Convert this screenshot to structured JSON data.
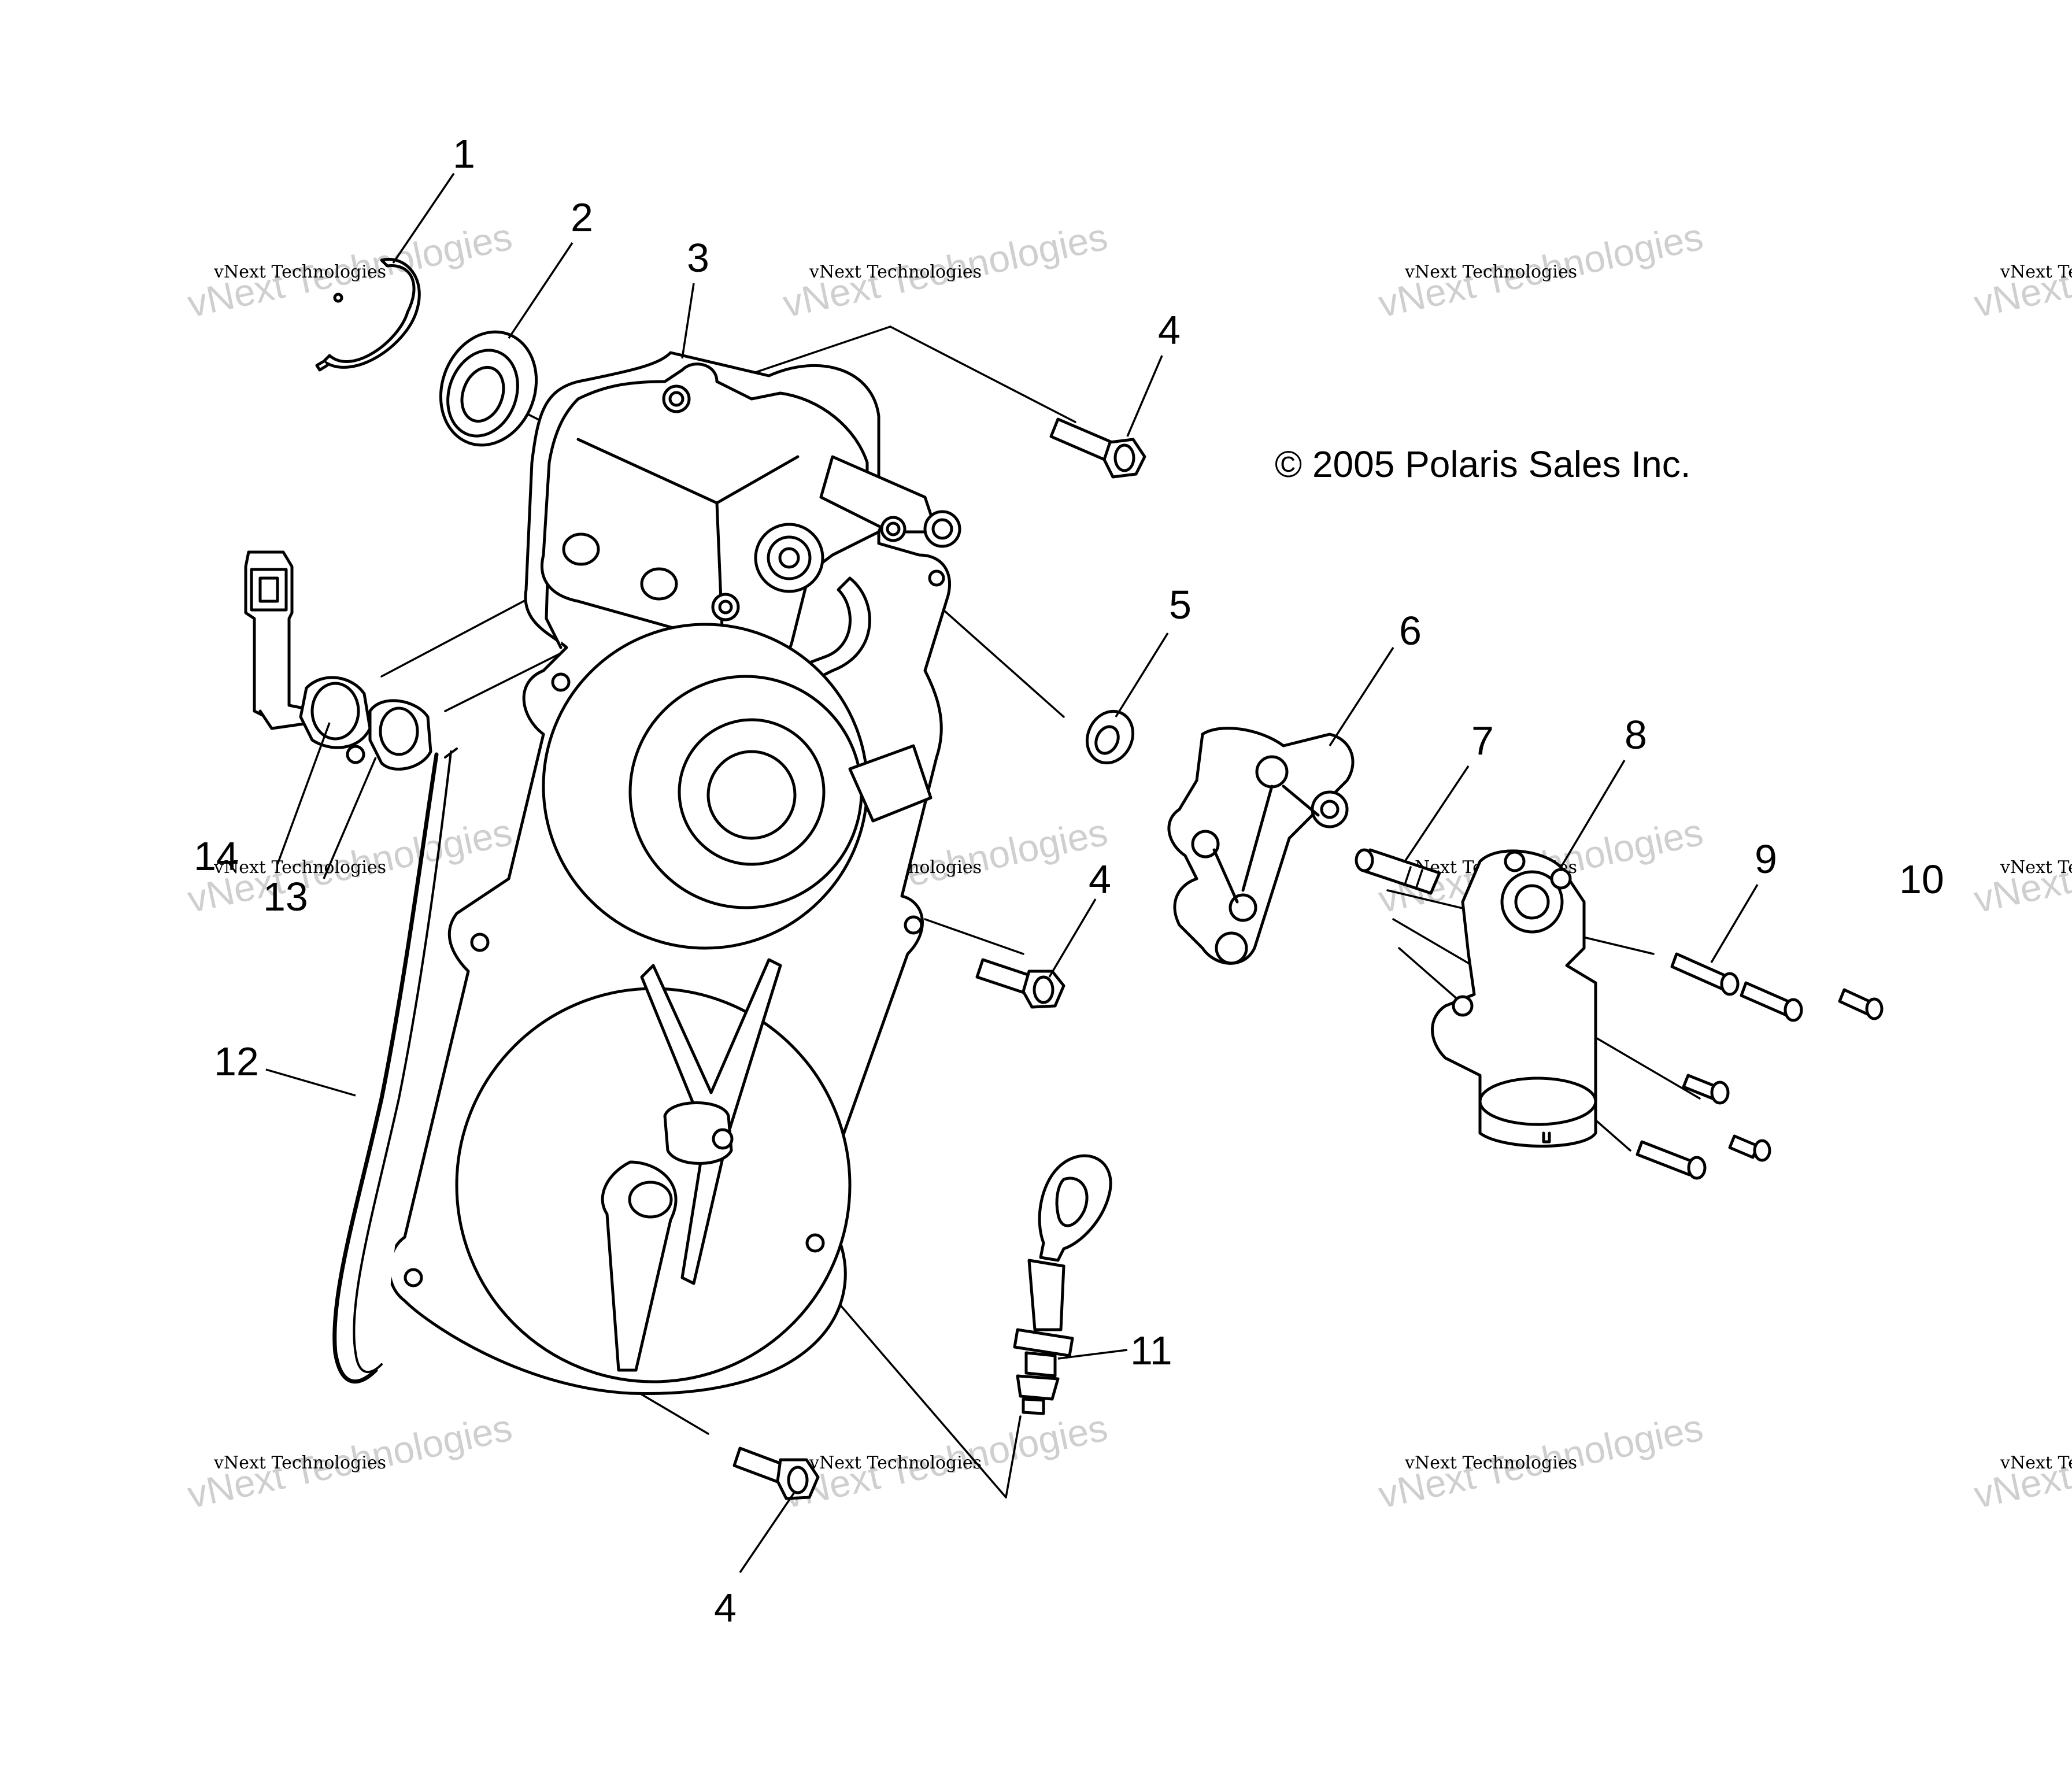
{
  "copyright": "© 2005 Polaris Sales Inc.",
  "watermark": {
    "line1": "vNext Technologies",
    "line2": "vNext Technologies"
  },
  "callouts": {
    "c1": "1",
    "c2": "2",
    "c3": "3",
    "c4a": "4",
    "c4b": "4",
    "c4c": "4",
    "c5": "5",
    "c6": "6",
    "c7": "7",
    "c8": "8",
    "c9": "9",
    "c10": "10",
    "c11": "11",
    "c12": "12",
    "c13": "13",
    "c14": "14"
  },
  "colors": {
    "line": "#000000",
    "background": "#ffffff",
    "watermark": "#cfcfcf"
  }
}
